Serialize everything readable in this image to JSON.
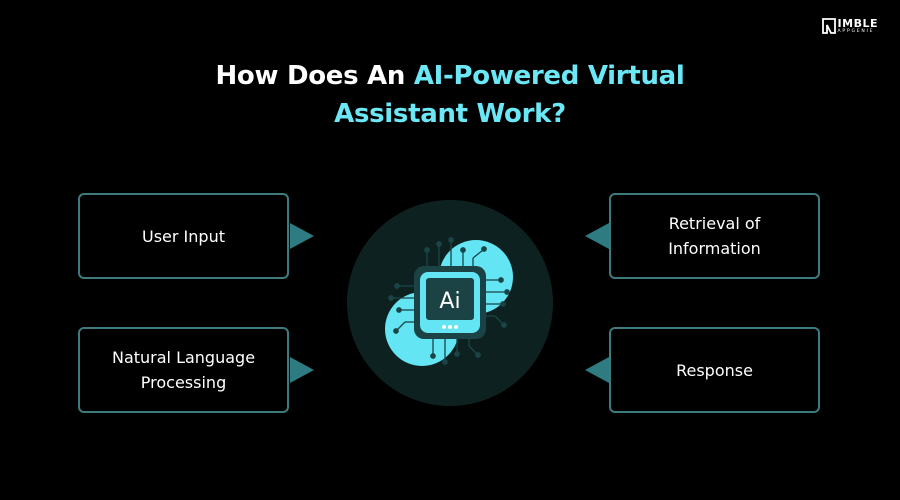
{
  "brand": {
    "line1": "IMBLE",
    "line2": "APPGENIE"
  },
  "title": {
    "part1": "How Does An ",
    "highlight1": "AI-Powered Virtual",
    "highlight2": "Assistant Work?"
  },
  "hub": {
    "label": "Ai",
    "icon": "ai-chip-icon"
  },
  "steps": [
    {
      "label": "User Input"
    },
    {
      "label": "Retrieval of\nInformation"
    },
    {
      "label": "Natural Language\nProcessing"
    },
    {
      "label": "Response"
    }
  ],
  "colors": {
    "background": "#000000",
    "accent": "#6ce7f6",
    "border": "#3d7b7f",
    "arrow": "#2e7b82",
    "hub_circle": "#0e2121"
  }
}
